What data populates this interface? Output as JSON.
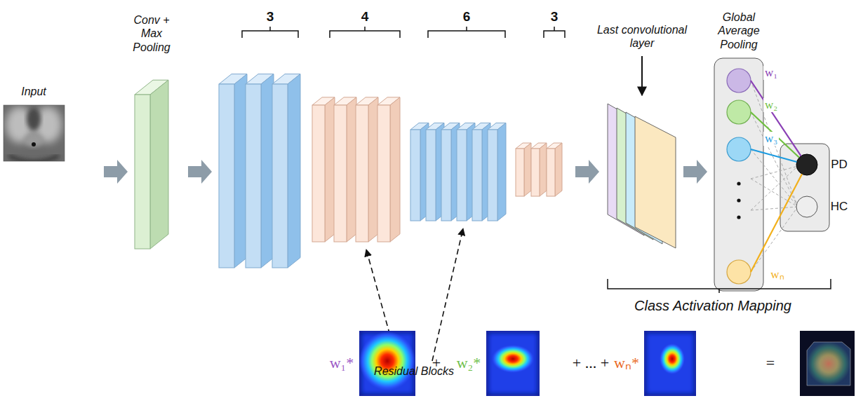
{
  "diagram": {
    "nodes": [
      {
        "text": [
          "Input"
        ]
      },
      {
        "text": [
          "Conv + Max Pooling"
        ]
      },
      {
        "text": [
          "3"
        ]
      },
      {
        "text": [
          "4"
        ]
      },
      {
        "text": [
          "6"
        ]
      },
      {
        "text": [
          "3"
        ]
      },
      {
        "text": [
          "Last convolutional layer"
        ]
      },
      {
        "text": [
          "Global Average Pooling"
        ]
      },
      {
        "text": [
          "PD"
        ]
      },
      {
        "text": [
          "HC"
        ]
      }
    ],
    "edges": [
      {
        "from": 0,
        "to": 1,
        "arrow": "to"
      },
      {
        "from": 1,
        "to": 2,
        "arrow": "to"
      },
      {
        "from": 5,
        "to": 6,
        "arrow": "to"
      },
      {
        "from": 6,
        "to": 7,
        "arrow": "to"
      },
      {
        "from": 7,
        "to": 8,
        "arrow": "none",
        "label": "w₁"
      },
      {
        "from": 7,
        "to": 8,
        "arrow": "none",
        "label": "w₂"
      },
      {
        "from": 7,
        "to": 8,
        "arrow": "none",
        "label": "w₃"
      },
      {
        "from": 7,
        "to": 8,
        "arrow": "none",
        "label": "wₙ"
      }
    ],
    "labels": [
      "Residual Blocks",
      "Class Activation Mapping",
      "w₁*",
      "+",
      "w₂*",
      "+ ... +",
      "wₙ*",
      "="
    ]
  }
}
